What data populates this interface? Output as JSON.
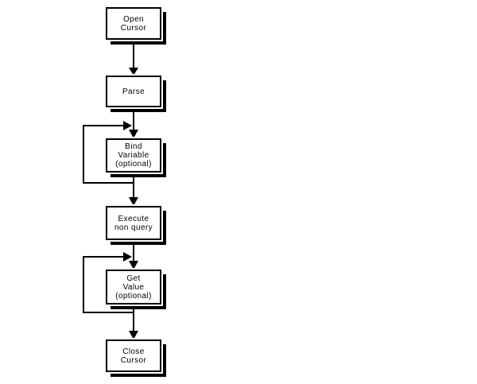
{
  "diagram": {
    "type": "flowchart",
    "background_color": "#ffffff",
    "box_fill": "#ffffff",
    "box_border_color": "#000000",
    "line_color": "#000000",
    "text_color": "#000000",
    "nodes": [
      {
        "id": "open-cursor",
        "label": "Open\nCursor"
      },
      {
        "id": "parse",
        "label": "Parse"
      },
      {
        "id": "bind-variable",
        "label": "Bind\nVariable\n(optional)"
      },
      {
        "id": "execute-non-query",
        "label": "Execute\nnon query"
      },
      {
        "id": "get-value",
        "label": "Get\nValue\n(optional)"
      },
      {
        "id": "close-cursor",
        "label": "Close\nCursor"
      }
    ],
    "edges": [
      {
        "from": "open-cursor",
        "to": "parse",
        "type": "arrow"
      },
      {
        "from": "parse",
        "to": "bind-variable",
        "type": "arrow"
      },
      {
        "from": "bind-variable",
        "to": "bind-variable",
        "type": "loop-back"
      },
      {
        "from": "bind-variable",
        "to": "execute-non-query",
        "type": "arrow"
      },
      {
        "from": "execute-non-query",
        "to": "get-value",
        "type": "arrow"
      },
      {
        "from": "get-value",
        "to": "get-value",
        "type": "loop-back"
      },
      {
        "from": "get-value",
        "to": "close-cursor",
        "type": "arrow"
      }
    ]
  }
}
